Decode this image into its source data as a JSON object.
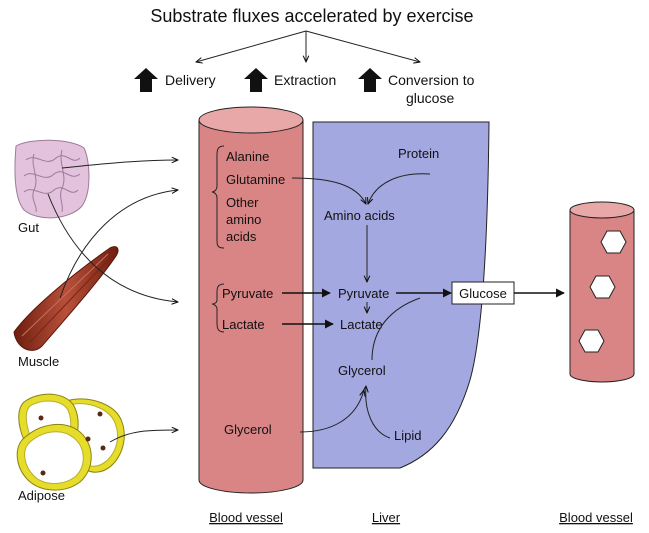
{
  "title": "Substrate fluxes accelerated by exercise",
  "processes": {
    "delivery": "Delivery",
    "extraction": "Extraction",
    "conversion_line1": "Conversion to",
    "conversion_line2": "glucose"
  },
  "tissues": {
    "gut": "Gut",
    "muscle": "Muscle",
    "adipose": "Adipose"
  },
  "blood_vessel_labels": {
    "alanine": "Alanine",
    "glutamine": "Glutamine",
    "other_line1": "Other",
    "other_line2": "amino",
    "other_line3": "acids",
    "pyruvate": "Pyruvate",
    "lactate": "Lactate",
    "glycerol": "Glycerol"
  },
  "liver_labels": {
    "protein": "Protein",
    "amino_acids": "Amino acids",
    "pyruvate": "Pyruvate",
    "lactate": "Lactate",
    "glycerol": "Glycerol",
    "lipid": "Lipid"
  },
  "glucose_box": "Glucose",
  "footer": {
    "blood_vessel_left": "Blood vessel",
    "liver": "Liver",
    "blood_vessel_right": "Blood vessel"
  },
  "colors": {
    "vessel_fill": "#d98585",
    "vessel_top": "#e8a8a8",
    "liver_fill": "#a4a8e0",
    "adipose_yellow": "#e6dc2a",
    "muscle": "#9b3420",
    "gut": "#e2c2dc"
  }
}
